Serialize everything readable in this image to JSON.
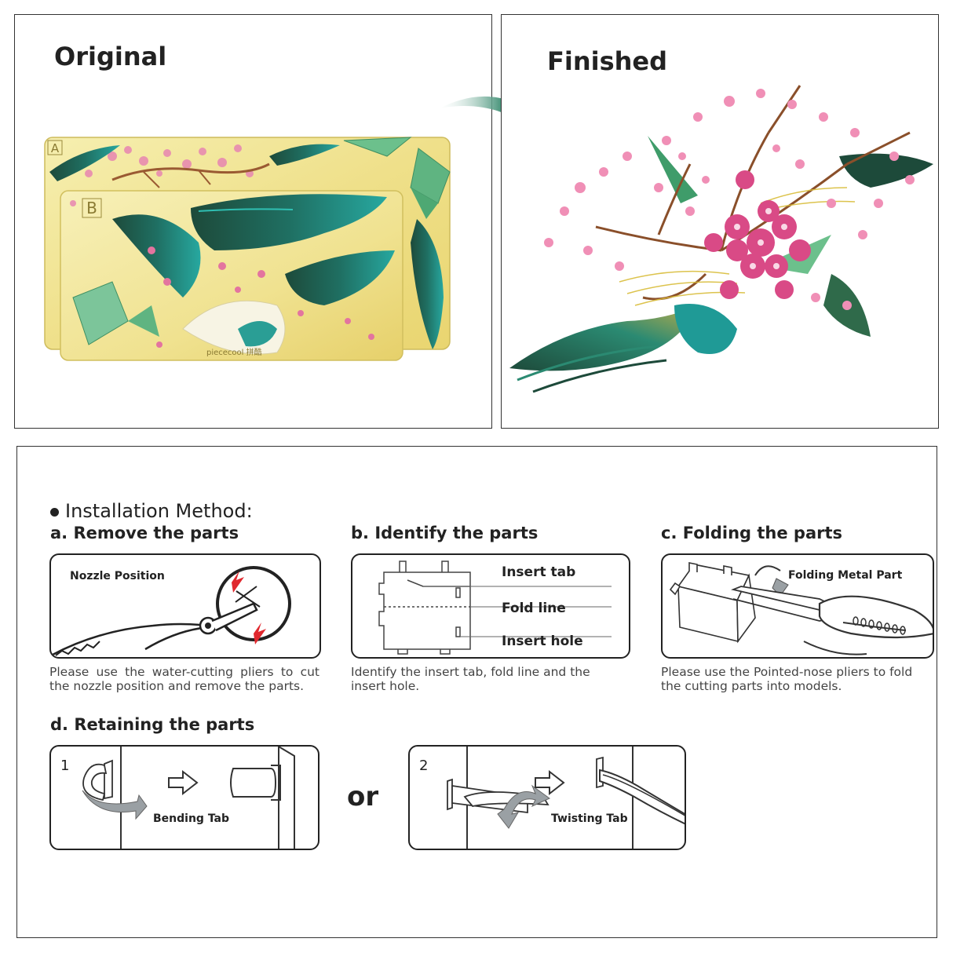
{
  "panels": {
    "original_title": "Original",
    "finished_title": "Finished",
    "sheet_a_letter": "A",
    "sheet_b_letter": "B",
    "brand_mark": "piececool 拼酷"
  },
  "installation": {
    "heading": "Installation Method:",
    "steps": {
      "a": {
        "title": "a. Remove the parts",
        "label": "Nozzle Position",
        "description": "Please use the water-cutting pliers to cut the nozzle position and remove the parts."
      },
      "b": {
        "title": "b. Identify the parts",
        "labels": [
          "Insert tab",
          "Fold line",
          "Insert hole"
        ],
        "description": "Identify the insert tab, fold line and the insert hole."
      },
      "c": {
        "title": "c. Folding the parts",
        "label": "Folding Metal Part",
        "description": "Please use the Pointed-nose pliers to fold the cutting parts into models."
      },
      "d": {
        "title": "d. Retaining the parts",
        "option1": {
          "number": "1",
          "label": "Bending Tab"
        },
        "or_word": "or",
        "option2": {
          "number": "2",
          "label": "Twisting Tab"
        }
      }
    }
  },
  "colors": {
    "gold_sheet": "#f2e79a",
    "wing_teal": "#1f9a96",
    "wing_dark": "#1d4a3a",
    "blossom_pink": "#e0568f",
    "branch_brown": "#8a4f2a",
    "arrow_green": "#2a7a63",
    "arrow_gray": "#9aa0a4"
  },
  "icons": [
    "curved-arrow-icon",
    "cut-mark-icon",
    "right-arrow-icon",
    "bending-arrow-icon",
    "twisting-arrow-icon"
  ]
}
